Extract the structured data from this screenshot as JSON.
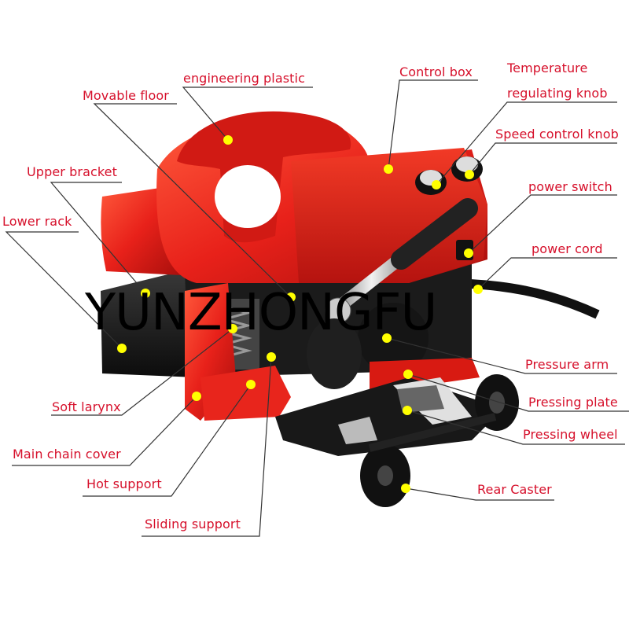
{
  "colors": {
    "label": "#d6102b",
    "leader": "#333333",
    "dot": "#ffff00",
    "body_red": "#e8211a",
    "body_black": "#151515"
  },
  "watermark": "YUNZHONGFU",
  "labels": {
    "engineering_plastic": "engineering plastic",
    "movable_floor": "Movable floor",
    "control_box": "Control box",
    "temperature_knob_line1": "Temperature",
    "temperature_knob_line2": "regulating knob",
    "speed_control_knob": "Speed control knob",
    "upper_bracket": "Upper bracket",
    "power_switch": "power switch",
    "lower_rack": "Lower rack",
    "power_cord": "power cord",
    "pressure_arm": "Pressure arm",
    "soft_larynx": "Soft larynx",
    "pressing_plate": "Pressing plate",
    "pressing_wheel": "Pressing wheel",
    "main_chain_cover": "Main chain cover",
    "rear_caster": "Rear Caster",
    "hot_support": "Hot support",
    "sliding_support": "Sliding support"
  }
}
